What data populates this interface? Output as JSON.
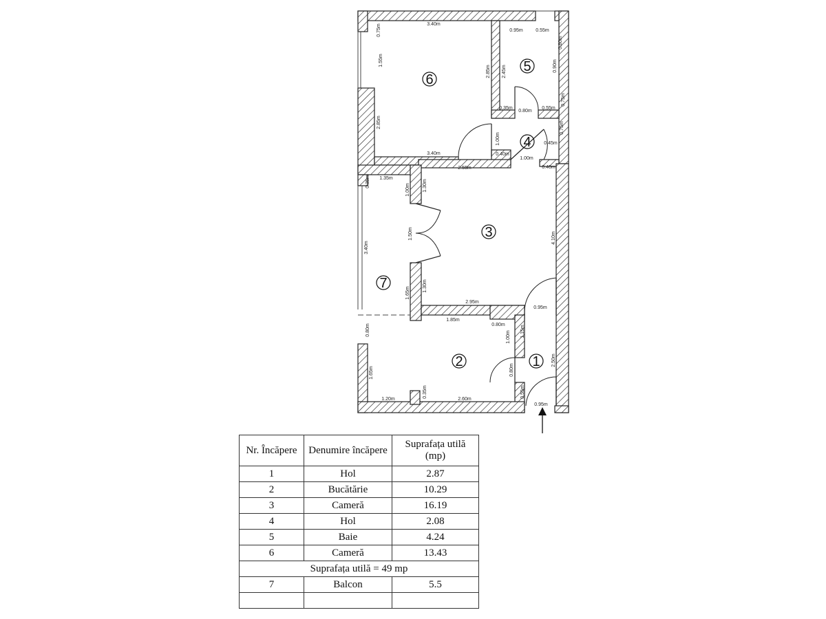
{
  "rooms": [
    {
      "num": "1"
    },
    {
      "num": "2"
    },
    {
      "num": "3"
    },
    {
      "num": "4"
    },
    {
      "num": "5"
    },
    {
      "num": "6"
    },
    {
      "num": "7"
    }
  ],
  "dimensions": {
    "r6_top": "3.40m",
    "r6_left_top": "0.75m",
    "r6_left_mid": "1.55m",
    "r6_left_low": "2.85m",
    "r6_right": "2.85m",
    "r6_bottom": "3.40m",
    "r5_top_left": "0.95m",
    "r5_top_right": "0.55m",
    "r5_right_top": "0.80m",
    "r5_right_mid": "0.90m",
    "r5_right_low": "0.75m",
    "r5_left": "2.45m",
    "r5_bot_a": "0.35m",
    "r5_bot_b": "0.80m",
    "r5_bot_c": "0.55m",
    "r4_right": "0.75m",
    "r4_right2": "0.45m",
    "r4_left": "1.00m",
    "r4_bot_a": "0.40m",
    "r4_bot_b": "1.00m",
    "r4_bot_c": "0.40m",
    "r3_top": "2.55m",
    "r3_right": "4.10m",
    "r3_door_top": "1.30m",
    "r3_door": "1.50m",
    "r3_door_bot": "1.30m",
    "r3_bottom": "2.95m",
    "r3_bottom_right": "0.95m",
    "r7_top": "1.35m",
    "r7_left_top": "0.35m",
    "r7_left": "3.40m",
    "r7_wall_top": "1.00m",
    "r7_wall_bot": "1.65m",
    "r2_top": "1.85m",
    "r2_top_right": "0.80m",
    "r2_right_a": "1.15m",
    "r2_right_b": "1.00m",
    "r2_left_top": "0.80m",
    "r2_left": "1.65m",
    "r2_bot_a": "1.20m",
    "r2_bot_b": "0.35m",
    "r2_bot_c": "2.60m",
    "r2_door": "0.80m",
    "r2_bot_d": "0.55m",
    "r1_right": "2.50m",
    "r1_bottom": "0.95m"
  },
  "table": {
    "headers": [
      "Nr. Încăpere",
      "Denumire încăpere",
      "Suprafața utilă (mp)"
    ],
    "rows": [
      {
        "nr": "1",
        "name": "Hol",
        "area": "2.87"
      },
      {
        "nr": "2",
        "name": "Bucătărie",
        "area": "10.29"
      },
      {
        "nr": "3",
        "name": "Cameră",
        "area": "16.19"
      },
      {
        "nr": "4",
        "name": "Hol",
        "area": "2.08"
      },
      {
        "nr": "5",
        "name": "Baie",
        "area": "4.24"
      },
      {
        "nr": "6",
        "name": "Cameră",
        "area": "13.43"
      }
    ],
    "total": "Suprafața utilă = 49 mp",
    "extra_rows": [
      {
        "nr": "7",
        "name": "Balcon",
        "area": "5.5"
      }
    ],
    "blank_row": {
      "nr": "",
      "name": "",
      "area": ""
    }
  }
}
